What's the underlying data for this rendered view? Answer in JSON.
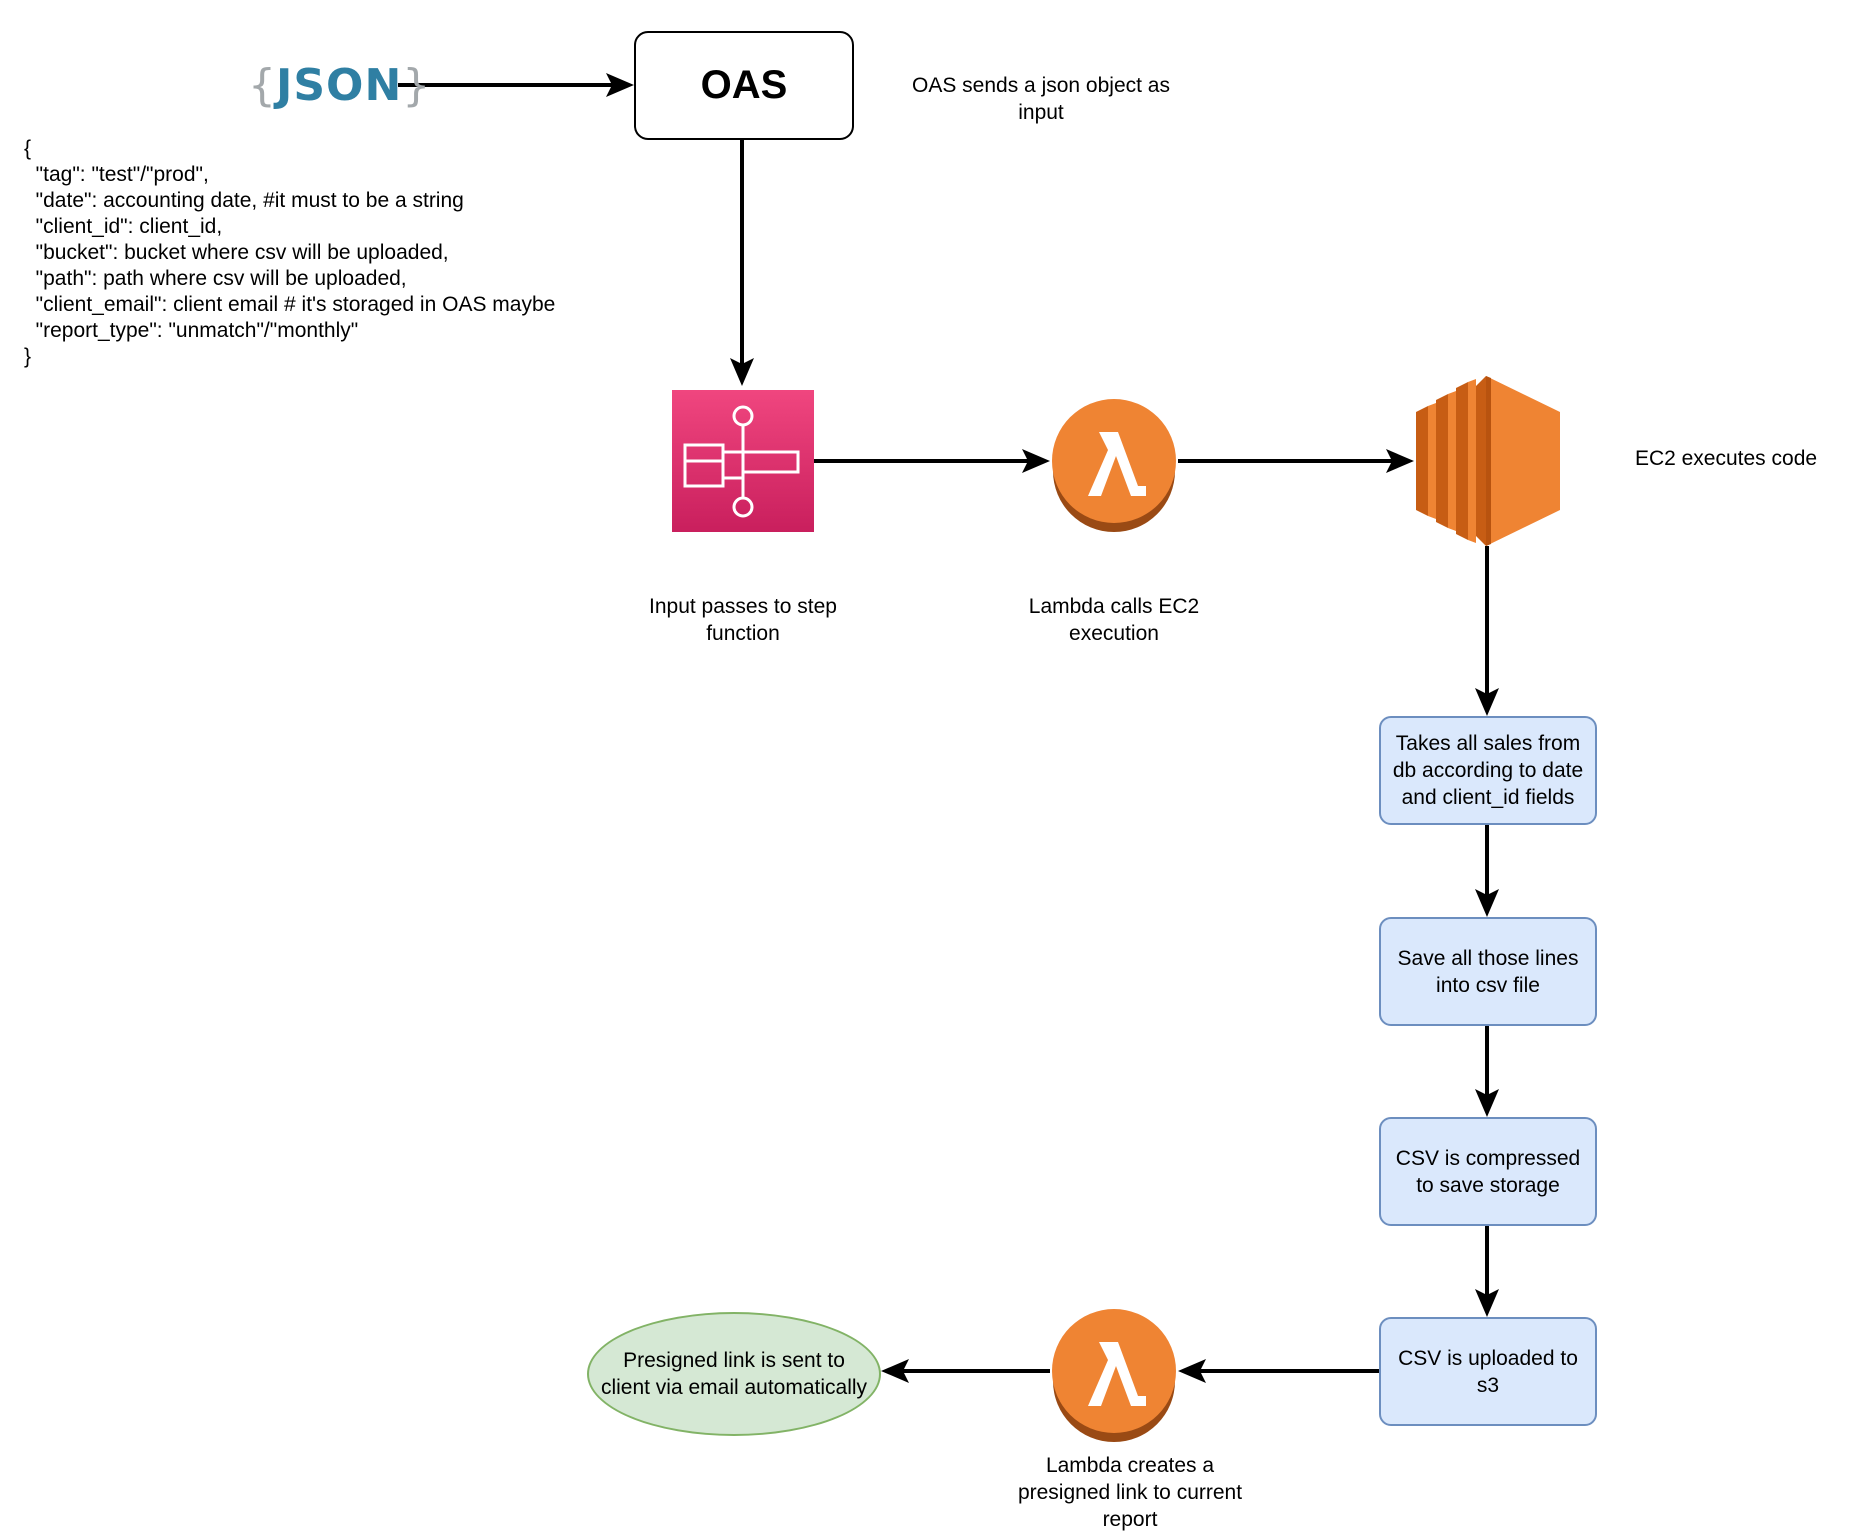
{
  "json_logo": {
    "open_brace": "{",
    "word": "JSON",
    "close_brace": "}"
  },
  "json_schema": [
    "{",
    "  \"tag\": \"test\"/\"prod\",",
    "  \"date\": accounting date, #it must to be a string",
    "  \"client_id\": client_id,",
    "  \"bucket\": bucket where csv will be uploaded,",
    "  \"path\": path where csv will be uploaded,",
    "  \"client_email\": client email # it's storaged in OAS maybe",
    "  \"report_type\": \"unmatch\"/\"monthly\"",
    "}"
  ],
  "nodes": {
    "oas": "OAS",
    "step_sales": "Takes all sales from\ndb according to date\nand client_id fields",
    "step_save": "Save all those lines\ninto csv file",
    "step_compress": "CSV is compressed\nto save storage",
    "step_upload": "CSV is uploaded to\ns3",
    "presigned": "Presigned link is sent to\nclient via email automatically"
  },
  "labels": {
    "oas_note": "OAS sends a json object as\ninput",
    "step_function": "Input passes to step\nfunction",
    "lambda_1": "Lambda calls EC2\nexecution",
    "ec2": "EC2 executes code",
    "lambda_2": "Lambda creates a\npresigned link to current\nreport"
  },
  "icons": {
    "step_functions": "aws-step-functions-icon",
    "lambda": "aws-lambda-icon",
    "ec2": "aws-ec2-icon"
  },
  "colors": {
    "step_function_pink": "#e0337a",
    "lambda_orange": "#ef8433",
    "ec2_orange": "#ef8433",
    "process_fill": "#dae8fc",
    "process_stroke": "#6c8ebf",
    "terminal_fill": "#d5e8d4",
    "terminal_stroke": "#82b366",
    "json_blue": "#2f7fa3"
  }
}
